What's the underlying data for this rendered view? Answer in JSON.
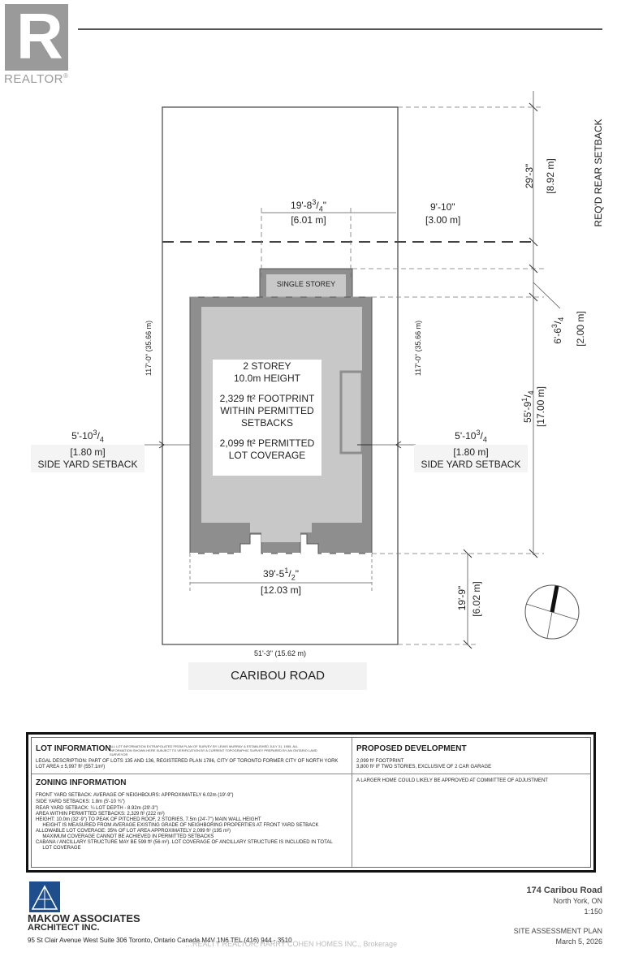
{
  "watermark": {
    "brand": "REALTOR",
    "registered": "®",
    "letter": "R",
    "footer_credit": "…REALTY REALTOR, HARRY COHEN HOMES INC., Brokerage"
  },
  "plan": {
    "rear_dim": {
      "text": "19'-8",
      "frac_num": "3",
      "frac_den": "4",
      "dq": "\"",
      "metric": "[6.01 m]"
    },
    "rear_offset": {
      "text": "9'-10\"",
      "metric": "[3.00 m]"
    },
    "rear_setback": {
      "imperial": "29'-3\"",
      "metric": "[8.92 m]",
      "label": "REQ'D REAR SETBACK"
    },
    "single_storey": "SINGLE STOREY",
    "lot_depth_left": "117'-0\" (35.66 m)",
    "lot_depth_right": "117'-0\" (35.66 m)",
    "storey_gap": {
      "text": "6'-6",
      "frac_num": "3",
      "frac_den": "4",
      "metric": "[2.00 m]"
    },
    "house_depth": {
      "text": "55'-9",
      "frac_num": "1",
      "frac_den": "4",
      "metric": "[17.00 m]"
    },
    "house_label": [
      "2 STOREY",
      "10.0m HEIGHT",
      "",
      "2,329 ft² FOOTPRINT",
      "WITHIN PERMITTED",
      "SETBACKS",
      "",
      "2,099 ft² PERMITTED",
      "LOT COVERAGE"
    ],
    "side_left": {
      "text": "5'-10",
      "frac_num": "3",
      "frac_den": "4",
      "metric": "[1.80 m]",
      "label": "SIDE YARD SETBACK"
    },
    "side_right": {
      "text": "5'-10",
      "frac_num": "3",
      "frac_den": "4",
      "metric": "[1.80 m]",
      "label": "SIDE YARD SETBACK"
    },
    "house_width": {
      "text": "39'-5",
      "frac_num": "1",
      "frac_den": "2",
      "metric": "[12.03 m]"
    },
    "front_setback": {
      "text": "19'-9\"",
      "metric": "[6.02 m]"
    },
    "lot_width": "51'-3\" (15.62 m)",
    "street": "CARIBOU ROAD"
  },
  "info": {
    "lot_title": "LOT INFORMATION",
    "lot_note": "ALL LOT INFORMATION EXTRAPOLATED FROM PLAN OF SURVEY BY LEWIS MURRAY & ESTABLISHED JULY 31, 1955. ALL INFORMATION SHOWN HERE SUBJECT TO VERIFICATION BY A CURRENT TOPOGRAPHIC SURVEY PREPARED BY AN ONTARIO LAND SURVEYOR",
    "legal": "LEGAL DESCRIPTION: PART OF LOTS 135 AND 136, REGISTERED PLAN 1786, CITY OF TORONTO FORMER CITY OF NORTH YORK",
    "lot_area": "LOT AREA ± 5,997 ft² (557.1m²)",
    "zoning_title": "ZONING INFORMATION",
    "zoning_lines": [
      "FRONT YARD SETBACK: AVERAGE OF NEIGHBOURS: APPROXIMATELY 6.02m (19'-9\")",
      "SIDE YARD SETBACKS: 1.8m (5'-10 ¾\")",
      "REAR YARD SETBACK: ¼ LOT DEPTH - 8.92m (29'-3\")",
      "AREA WITHIN PERMITTED SETBACKS: 2,329 ft² (222 m²)",
      "HEIGHT: 10.0m (32'-9\") TO PEAK OF PITCHED ROOF, 2 STORIES, 7.5m (24'-7\") MAIN WALL HEIGHT",
      "     HEIGHT IS MEASURED FROM AVERAGE EXISTING GRADE OF NEIGHBORING PROPERTIES AT FRONT YARD SETBACK",
      "ALLOWABLE LOT COVERAGE: 35% OF LOT AREA APPROXIMATELY 2,099 ft² (195 m²)",
      "     MAXIMUM COVERAGE CANNOT BE ACHIEVED IN PERMITTED SETBACKS",
      "CABANA / ANCILLARY STRUCTURE MAY BE 599 ft² (56 m²). LOT COVERAGE OF ANCILLARY STRUCTURE IS INCLUDED IN TOTAL",
      "     LOT COVERAGE"
    ],
    "proposed_title": "PROPOSED DEVELOPMENT",
    "proposed_lines": [
      "2,099 ft² FOOTPRINT",
      "3,800 ft² IF TWO STORIES, EXCLUSIVE OF 2 CAR GARAGE"
    ],
    "proposed_note": "A LARGER HOME COULD LIKELY BE APPROVED AT COMMITTEE OF ADJUSTMENT"
  },
  "footer": {
    "firm_line1": "MAKOW ASSOCIATES",
    "firm_line2": "ARCHITECT INC.",
    "address": "95 St Clair Avenue West Suite 306  Toronto, Ontario Canada M4V 1N6  TEL (416) 944 - 3510",
    "project_address": "174 Caribou Road",
    "project_city": "North York, ON",
    "scale": "1:150",
    "sheet_title": "SITE ASSESSMENT PLAN",
    "date": "March 5, 2026"
  }
}
